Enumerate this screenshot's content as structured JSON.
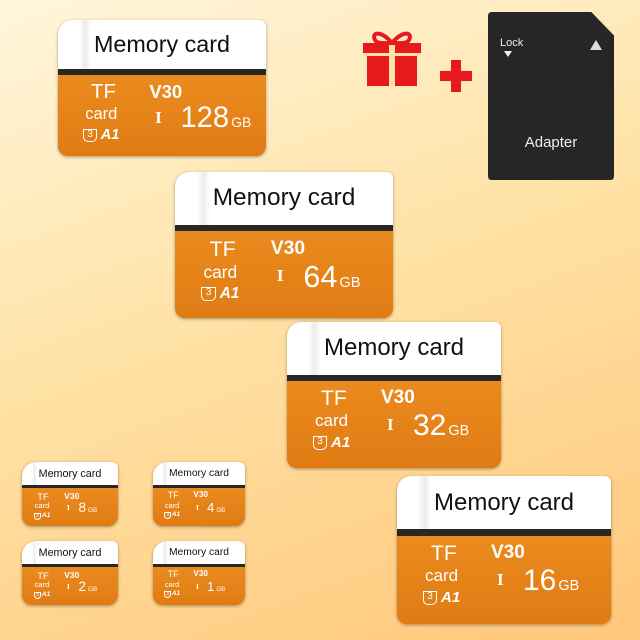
{
  "colors": {
    "card_orange": "#e98a1f",
    "band": "#2a2623",
    "gift_red": "#e8191c",
    "adapter": "#262626"
  },
  "cards": [
    {
      "title": "Memory card",
      "tf": "TF",
      "card": "card",
      "speed": "V30",
      "uhs": "I",
      "u3": "3",
      "a1": "A1",
      "capacity": "128",
      "unit": "GB"
    },
    {
      "title": "Memory card",
      "tf": "TF",
      "card": "card",
      "speed": "V30",
      "uhs": "I",
      "u3": "3",
      "a1": "A1",
      "capacity": "64",
      "unit": "GB"
    },
    {
      "title": "Memory card",
      "tf": "TF",
      "card": "card",
      "speed": "V30",
      "uhs": "I",
      "u3": "3",
      "a1": "A1",
      "capacity": "32",
      "unit": "GB"
    },
    {
      "title": "Memory card",
      "tf": "TF",
      "card": "card",
      "speed": "V30",
      "uhs": "I",
      "u3": "3",
      "a1": "A1",
      "capacity": "16",
      "unit": "GB"
    },
    {
      "title": "Memory card",
      "tf": "TF",
      "card": "card",
      "speed": "V30",
      "uhs": "I",
      "u3": "3",
      "a1": "A1",
      "capacity": "8",
      "unit": "GB"
    },
    {
      "title": "Memory card",
      "tf": "TF",
      "card": "card",
      "speed": "V30",
      "uhs": "I",
      "u3": "3",
      "a1": "A1",
      "capacity": "4",
      "unit": "GB"
    },
    {
      "title": "Memory card",
      "tf": "TF",
      "card": "card",
      "speed": "V30",
      "uhs": "I",
      "u3": "3",
      "a1": "A1",
      "capacity": "2",
      "unit": "GB"
    },
    {
      "title": "Memory card",
      "tf": "TF",
      "card": "card",
      "speed": "V30",
      "uhs": "I",
      "u3": "3",
      "a1": "A1",
      "capacity": "1",
      "unit": "GB"
    }
  ],
  "gift": {
    "icon": "gift-icon"
  },
  "plus": {
    "icon": "plus-icon"
  },
  "adapter": {
    "lock": "Lock",
    "label": "Adapter"
  }
}
